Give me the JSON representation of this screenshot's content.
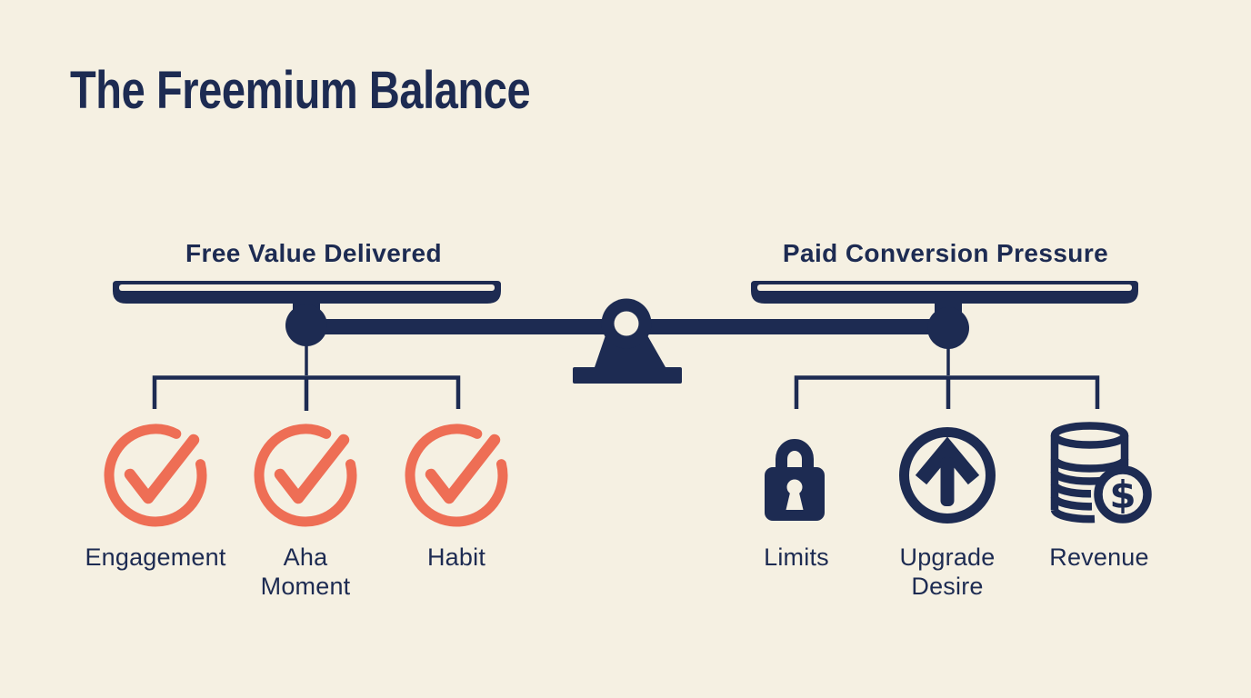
{
  "page": {
    "title": "The Freemium Balance"
  },
  "scale": {
    "left_label": "Free Value Delivered",
    "right_label": "Paid Conversion Pressure",
    "state": "balanced"
  },
  "left_items": [
    {
      "label": "Engagement",
      "icon": "check-circle"
    },
    {
      "label": "Aha Moment",
      "icon": "check-circle"
    },
    {
      "label": "Habit",
      "icon": "check-circle"
    }
  ],
  "right_items": [
    {
      "label": "Limits",
      "icon": "lock"
    },
    {
      "label": "Upgrade Desire",
      "icon": "arrow-up-circle"
    },
    {
      "label": "Revenue",
      "icon": "coin-stack-dollar"
    }
  ],
  "glyphs": {
    "dollar": "$"
  },
  "colors": {
    "background": "#f5f0e2",
    "navy": "#1d2b52",
    "coral": "#ee6e55"
  }
}
